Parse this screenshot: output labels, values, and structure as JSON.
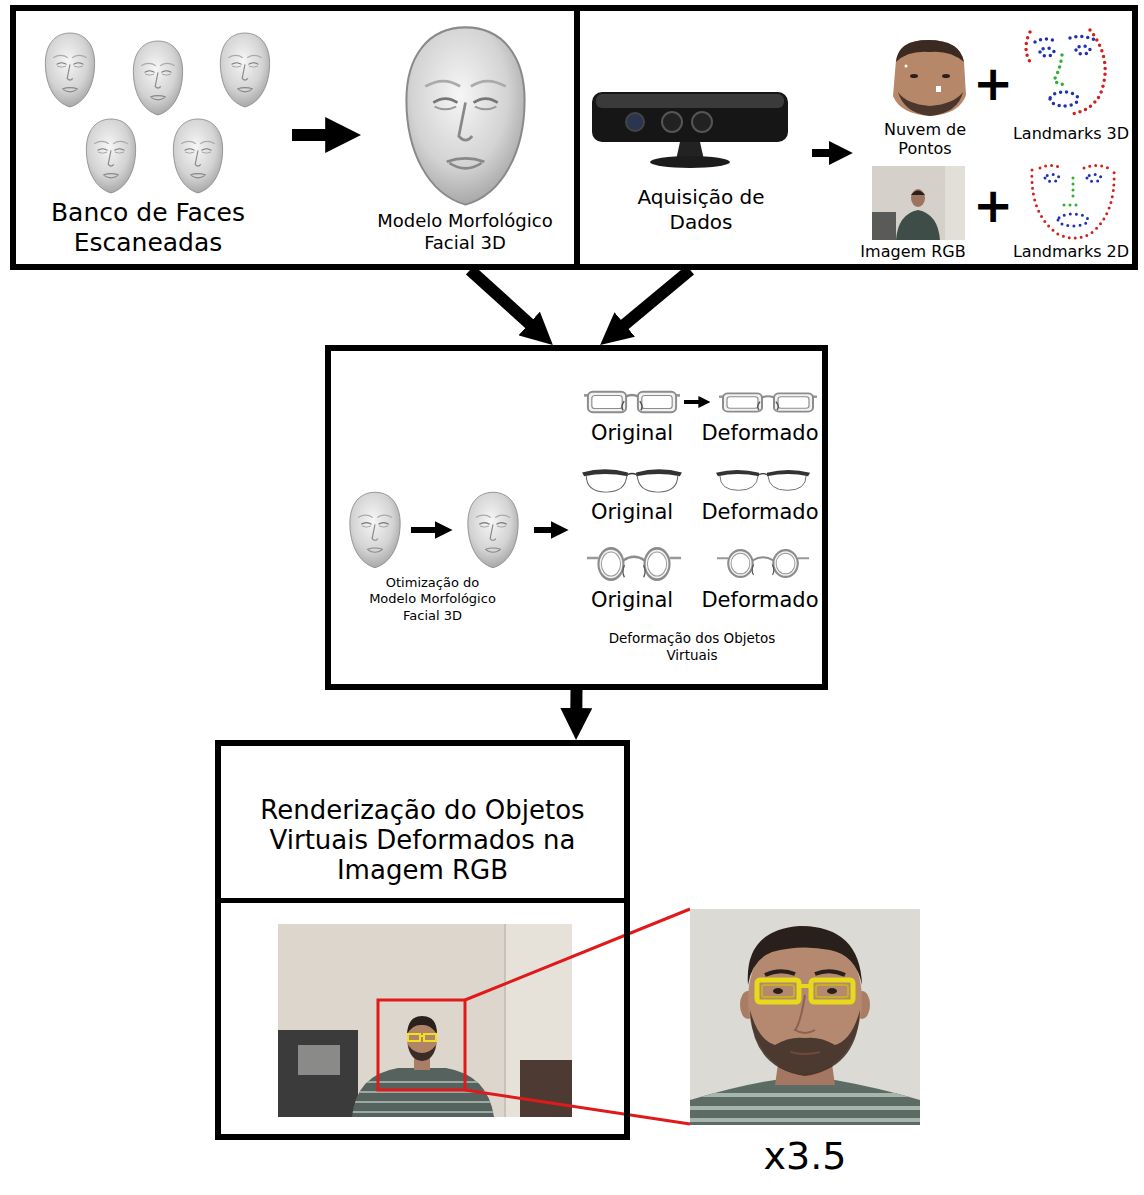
{
  "diagram": {
    "nodes": [
      {
        "text": [
          "Banco de Faces Escaneadas",
          "Modelo Morfológico Facial 3D"
        ]
      },
      {
        "text": [
          "Aquisição de Dados",
          "Nuvem de Pontos",
          "Landmarks 3D",
          "Imagem RGB",
          "Landmarks 2D"
        ]
      },
      {
        "text": [
          "Otimização do Modelo Morfológico Facial 3D",
          "Original",
          "Deformado",
          "Original",
          "Deformado",
          "Original",
          "Deformado",
          "Deformação dos Objetos Virtuais"
        ]
      },
      {
        "text": [
          "Renderização do Objetos Virtuais Deformados na Imagem RGB"
        ]
      }
    ],
    "edges": [
      {
        "from": 0,
        "to": 2,
        "arrow": "to"
      },
      {
        "from": 1,
        "to": 2,
        "arrow": "to"
      },
      {
        "from": 2,
        "to": 3,
        "arrow": "to"
      }
    ],
    "labels": [
      "+",
      "+",
      "x3.5"
    ]
  }
}
